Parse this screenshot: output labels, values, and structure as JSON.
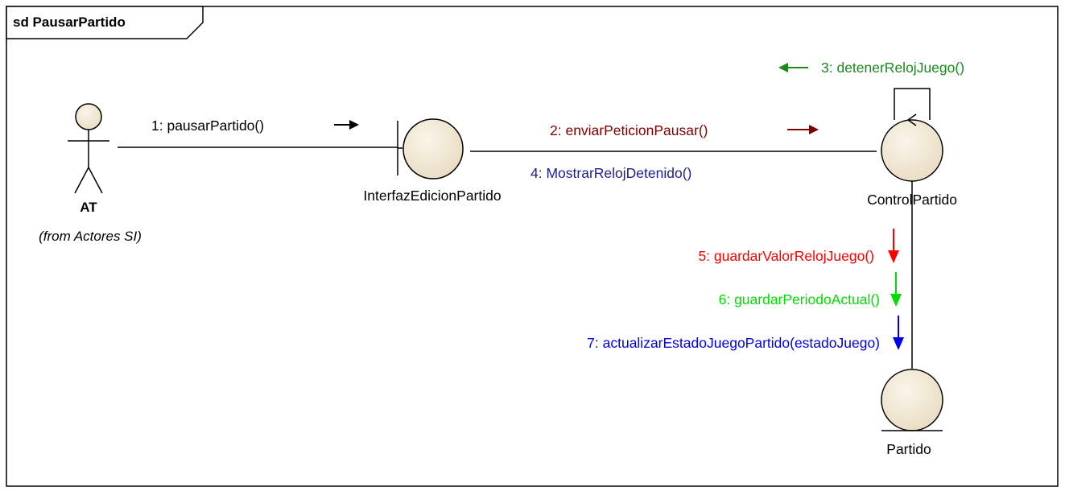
{
  "frame": {
    "title": "sd PausarPartido"
  },
  "actor": {
    "name": "AT",
    "from": "(from Actores SI)"
  },
  "objects": {
    "boundary": "InterfazEdicionPartido",
    "control": "ControlPartido",
    "entity": "Partido"
  },
  "messages": {
    "m1": {
      "label": "1: pausarPartido()",
      "color": "#000000"
    },
    "m2": {
      "label": "2: enviarPeticionPausar()",
      "color": "#7f0000"
    },
    "m3": {
      "label": "3: detenerRelojJuego()",
      "color": "#1a8a1a"
    },
    "m4": {
      "label": "4: MostrarRelojDetenido()",
      "color": "#1f1f8f"
    },
    "m5": {
      "label": "5: guardarValorRelojJuego()",
      "color": "#ff0000"
    },
    "m6": {
      "label": "6: guardarPeriodoActual()",
      "color": "#00dd00"
    },
    "m7": {
      "label": "7: actualizarEstadoJuegoPartido(estadoJuego)",
      "color": "#0000ee"
    }
  },
  "colors": {
    "object_fill": "#f2e9d8",
    "line": "#000000"
  }
}
